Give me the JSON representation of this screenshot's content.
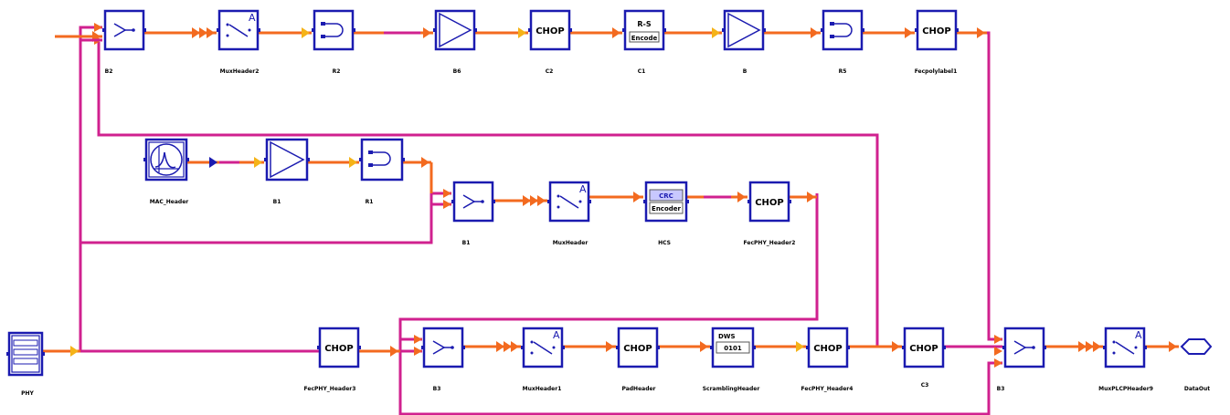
{
  "colors": {
    "wire": "#d0218f",
    "block_stroke": "#1b1bb0",
    "block_fill": "#ffffff",
    "arrow_orange": "#f36a1f",
    "arrow_yellow": "#f5b318",
    "port_blue": "#1b1bb0"
  },
  "blocks": {
    "b2": {
      "label": "B2",
      "icon": "adder-icon"
    },
    "mux_header2": {
      "label": "MuxHeader2",
      "icon": "mux-switch-icon"
    },
    "r2": {
      "label": "R2",
      "icon": "repeat-icon"
    },
    "b6": {
      "label": "B6",
      "icon": "buffer-triangle-icon"
    },
    "c2": {
      "label": "C2",
      "icon": "chop-icon",
      "text": "CHOP"
    },
    "c1": {
      "label": "C1",
      "icon": "rs-encoder-icon",
      "text1": "R-S",
      "text2": "Encode"
    },
    "b": {
      "label": "B",
      "icon": "buffer-triangle-icon"
    },
    "r5": {
      "label": "R5",
      "icon": "repeat-icon"
    },
    "fec_polylabel": {
      "label": "Fecpolylabel1",
      "icon": "chop-icon",
      "text": "CHOP"
    },
    "mac_header": {
      "label": "MAC_Header",
      "icon": "signal-source-icon"
    },
    "b1": {
      "label": "B1",
      "icon": "buffer-triangle-icon"
    },
    "r1": {
      "label": "R1",
      "icon": "repeat-icon"
    },
    "b_1": {
      "label": "B1",
      "icon": "adder-icon"
    },
    "mux_header": {
      "label": "MuxHeader",
      "icon": "mux-switch-icon"
    },
    "hcs": {
      "label": "HCS",
      "icon": "crc-encoder-icon",
      "text1": "CRC",
      "text2": "Encoder"
    },
    "fec_phy_header2": {
      "label": "FecPHY_Header2",
      "icon": "chop-icon",
      "text": "CHOP"
    },
    "phy": {
      "label": "PHY",
      "icon": "phy-source-icon"
    },
    "fec_phy_header3": {
      "label": "FecPHY_Header3",
      "icon": "chop-icon",
      "text": "CHOP"
    },
    "b3": {
      "label": "B3",
      "icon": "adder-icon"
    },
    "mux_header1": {
      "label": "MuxHeader1",
      "icon": "mux-switch-icon"
    },
    "pad_header": {
      "label": "PadHeader",
      "icon": "chop-icon",
      "text": "CHOP"
    },
    "scrambling_header": {
      "label": "ScramblingHeader",
      "icon": "scrambler-icon",
      "text1": "DWS",
      "text2": "0101"
    },
    "fec_phy_header4": {
      "label": "FecPHY_Header4",
      "icon": "chop-icon",
      "text": "CHOP"
    },
    "c3": {
      "label": "C3",
      "icon": "chop-icon",
      "text": "CHOP"
    },
    "b4": {
      "label": "B3",
      "icon": "adder-icon"
    },
    "mux_plcp": {
      "label": "MuxPLCPHeader9",
      "icon": "mux-switch-icon"
    },
    "data_out": {
      "label": "DataOut",
      "icon": "output-port-icon"
    }
  }
}
